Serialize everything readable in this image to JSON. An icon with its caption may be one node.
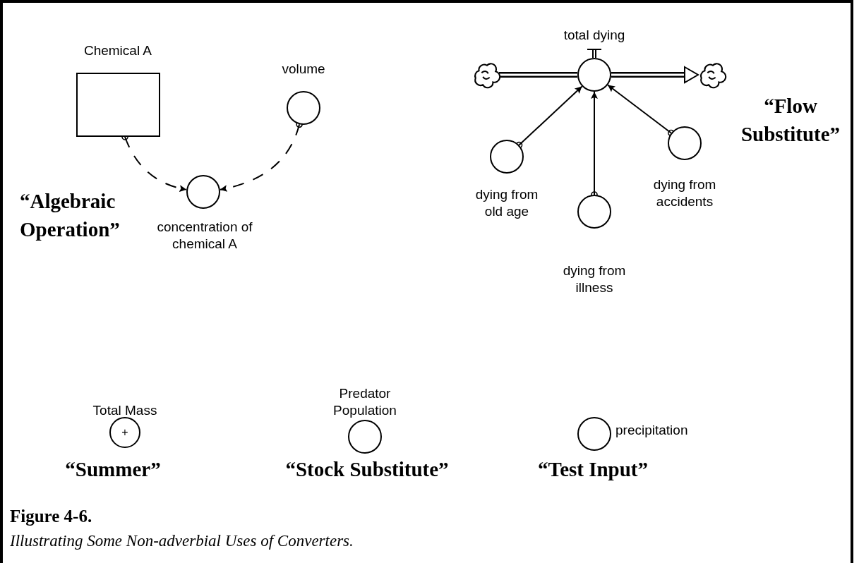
{
  "diagram": {
    "title": "Figure 4-6.",
    "caption": "Illustrating Some Non-adverbial Uses of Converters.",
    "nodes": [
      {
        "text": [
          "Chemical A"
        ]
      },
      {
        "text": [
          "volume"
        ]
      },
      {
        "text": [
          "concentration of chemical A"
        ]
      },
      {
        "text": [],
        "shape": "cloud"
      },
      {
        "text": [
          "total dying"
        ]
      },
      {
        "text": [],
        "shape": "cloud"
      },
      {
        "text": [
          "dying from old age"
        ]
      },
      {
        "text": [
          "dying from illness"
        ]
      },
      {
        "text": [
          "dying from accidents"
        ]
      },
      {
        "text": [
          "Total Mass",
          "+"
        ]
      },
      {
        "text": [
          "Predator Population"
        ]
      },
      {
        "text": [
          "precipitation"
        ]
      }
    ],
    "edges": [
      {
        "from": 0,
        "to": 2,
        "arrow": "to",
        "style": "dashed"
      },
      {
        "from": 1,
        "to": 2,
        "arrow": "to",
        "style": "dashed"
      },
      {
        "from": 3,
        "to": 4,
        "arrow": "none",
        "style": "thick"
      },
      {
        "from": 4,
        "to": 5,
        "arrow": "to",
        "style": "thick"
      },
      {
        "from": 6,
        "to": 4,
        "arrow": "to"
      },
      {
        "from": 7,
        "to": 4,
        "arrow": "to"
      },
      {
        "from": 8,
        "to": 4,
        "arrow": "to"
      }
    ],
    "labels": [
      "“Algebraic Operation”",
      "“Flow Substitute”",
      "“Summer”",
      "“Stock Substitute”",
      "“Test Input”"
    ]
  }
}
